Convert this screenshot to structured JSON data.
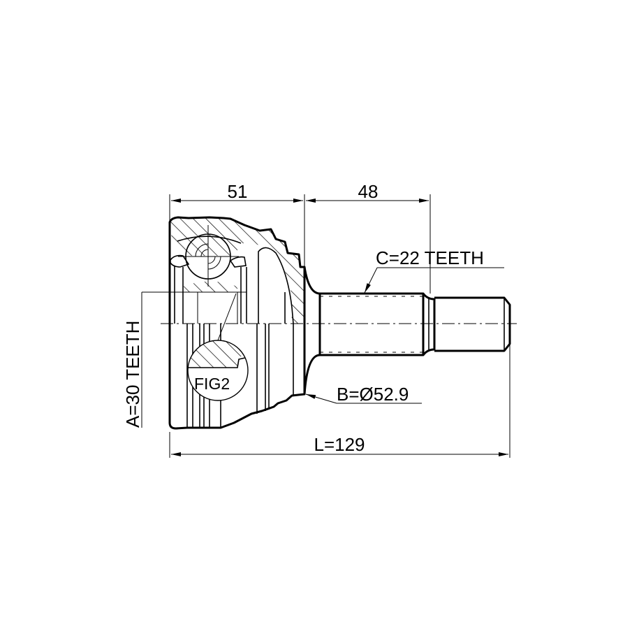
{
  "drawing": {
    "title": "CV joint outer — technical drawing",
    "line_color": "#000000",
    "background": "#ffffff"
  },
  "dimensions": {
    "housing_length": "51",
    "shaft_length": "48",
    "overall_length": "L=129",
    "inner_spline": "A=30 TEETH",
    "outer_spline": "C=22 TEETH",
    "abs_diameter": "B=Ø52.9"
  },
  "callouts": {
    "detail_label": "FIG2"
  }
}
